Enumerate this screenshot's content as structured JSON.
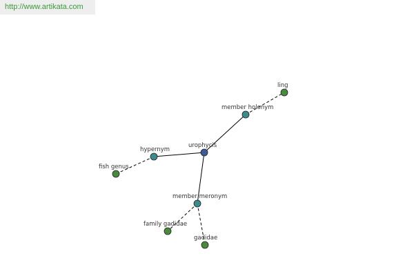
{
  "header": {
    "url": "http://www.artikata.com"
  },
  "colors": {
    "center": "#3d5a96",
    "relation": "#3c8c8c",
    "leaf": "#4a8a3c",
    "edge": "#000000"
  },
  "graph": {
    "center": {
      "label": "urophycis"
    },
    "relations": [
      {
        "id": "member-holonym",
        "label": "member holonym"
      },
      {
        "id": "hypernym",
        "label": "hypernym"
      },
      {
        "id": "member-meronym",
        "label": "member meronym"
      }
    ],
    "leaves": [
      {
        "id": "ling",
        "label": "ling"
      },
      {
        "id": "fish-genus",
        "label": "fish genus"
      },
      {
        "id": "family-gadidae",
        "label": "family gadidae"
      },
      {
        "id": "gadidae",
        "label": "gadidae"
      }
    ]
  }
}
